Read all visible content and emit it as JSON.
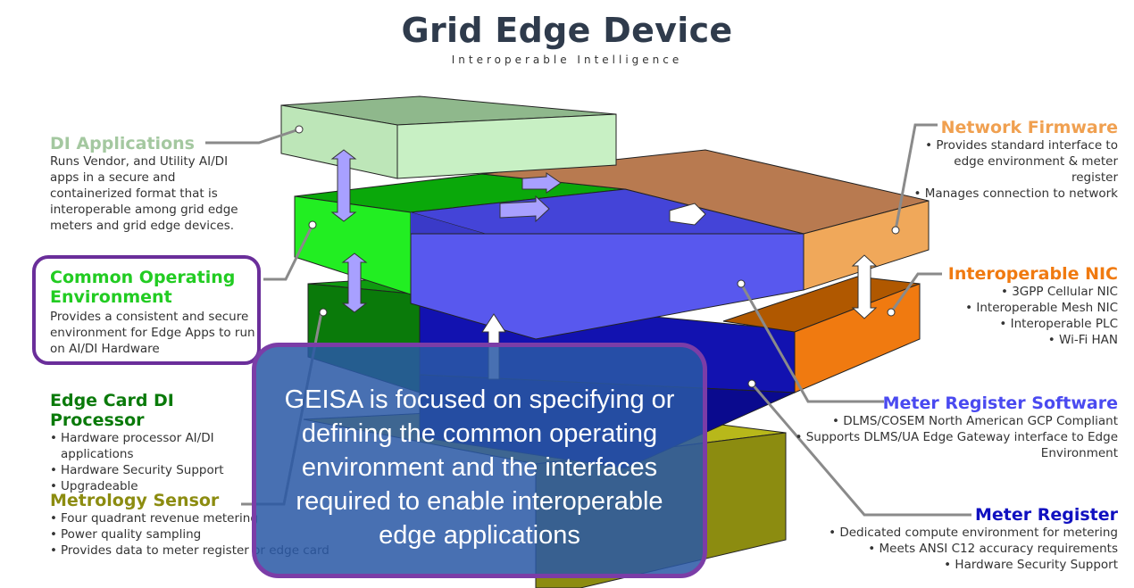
{
  "title": "Grid Edge Device",
  "subtitle": "Interoperable Intelligence",
  "colors": {
    "di_applications": "#a4c8a0",
    "common_operating_environment": "#22cc22",
    "edge_card": "#0a7a0a",
    "metrology": "#8c8c10",
    "network_firmware": "#f0a050",
    "interoperable_nic": "#f07a10",
    "meter_register_software": "#5555ee",
    "meter_register": "#1010a8",
    "callout_bg": "#2a58a5",
    "callout_border": "#7b3da7"
  },
  "left": {
    "di_applications": {
      "heading": "DI Applications",
      "body": "Runs Vendor, and Utility AI/DI apps in a secure and containerized format that is interoperable among grid edge meters and grid edge devices."
    },
    "common_operating_environment": {
      "heading": "Common Operating Environment",
      "body": "Provides a consistent and secure environment for Edge Apps to run on AI/DI Hardware"
    },
    "edge_card": {
      "heading": "Edge Card DI Processor",
      "items": [
        "Hardware processor AI/DI applications",
        "Hardware Security Support",
        "Upgradeable"
      ]
    },
    "metrology": {
      "heading": "Metrology Sensor",
      "items": [
        "Four quadrant revenue metering",
        "Power quality sampling",
        "Provides data to meter register or edge card"
      ]
    }
  },
  "right": {
    "network_firmware": {
      "heading": "Network Firmware",
      "items": [
        "Provides standard interface to edge environment & meter register",
        "Manages connection to network"
      ]
    },
    "interoperable_nic": {
      "heading": "Interoperable NIC",
      "items": [
        "3GPP Cellular NIC",
        "Interoperable Mesh NIC",
        "Interoperable PLC",
        "Wi-Fi HAN"
      ]
    },
    "meter_register_software": {
      "heading": "Meter Register Software",
      "items": [
        "DLMS/COSEM North American GCP Compliant",
        "Supports DLMS/UA Edge Gateway interface to Edge Environment"
      ]
    },
    "meter_register": {
      "heading": "Meter Register",
      "items": [
        "Dedicated compute environment for metering",
        "Meets ANSI C12 accuracy requirements",
        "Hardware Security Support"
      ]
    }
  },
  "callout": "GEISA is focused on specifying or defining the common operating environment and the interfaces required to enable interoperable edge applications"
}
